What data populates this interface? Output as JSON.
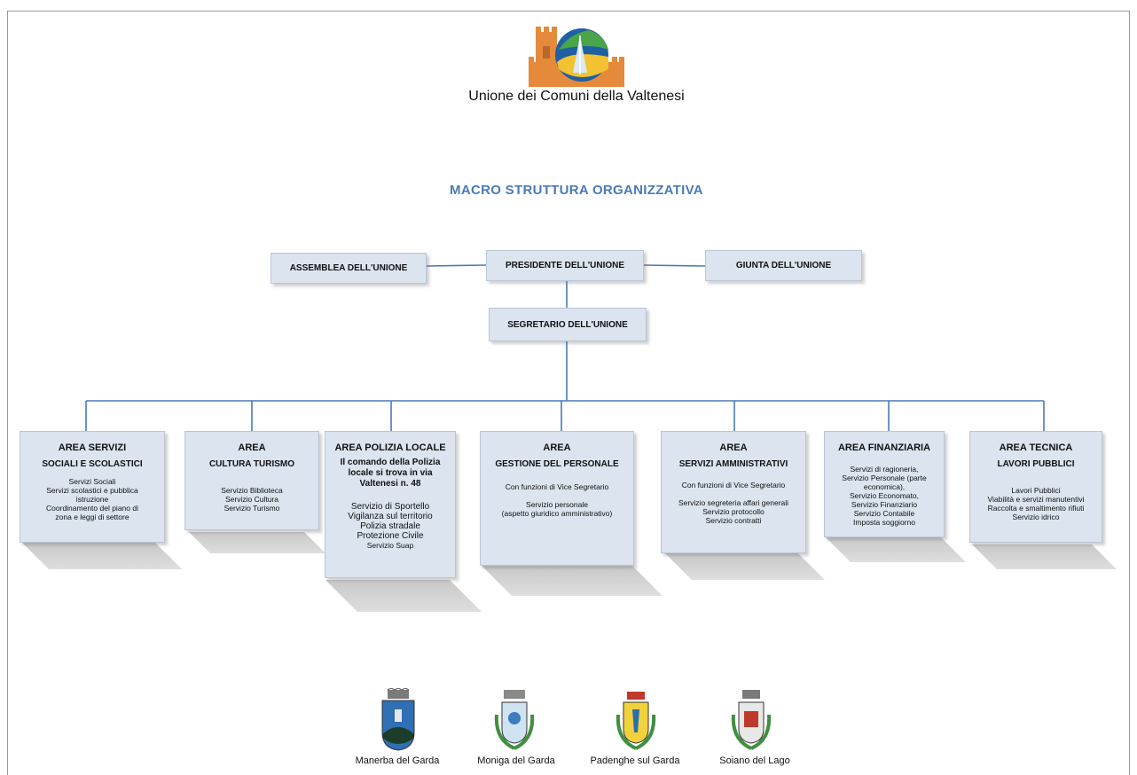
{
  "organization": "Unione dei Comuni della Valtenesi",
  "title": "MACRO STRUTTURA ORGANIZZATIVA",
  "top_boxes": {
    "assemblea": "ASSEMBLEA DELL'UNIONE",
    "presidente": "PRESIDENTE DELL'UNIONE",
    "giunta": "GIUNTA DELL'UNIONE",
    "segretario": "SEGRETARIO DELL'UNIONE"
  },
  "areas": {
    "servizi_sociali": {
      "title": "AREA SERVIZI",
      "subtitle": "SOCIALI E SCOLASTICI",
      "items": [
        "Servizi Sociali",
        "Servizi scolastici e pubblica",
        "istruzione",
        "Coordinamento del piano di",
        "zona e leggi di settore"
      ]
    },
    "cultura": {
      "title": "AREA",
      "subtitle": "CULTURA TURISMO",
      "items": [
        "Servizio Biblioteca",
        "Servizio Cultura",
        "Servizio Turismo"
      ]
    },
    "polizia": {
      "title": "AREA POLIZIA LOCALE",
      "note": [
        "Il comando della Polizia",
        "locale si trova in via",
        "Valtenesi n. 48"
      ],
      "items": [
        "Servizio di Sportello",
        "Vigilanza sul territorio",
        "Polizia stradale",
        "Protezione Civile",
        "Servizio Suap"
      ]
    },
    "personale": {
      "title": "AREA",
      "subtitle": "GESTIONE DEL PERSONALE",
      "items": [
        "Con funzioni di Vice Segretario",
        "",
        "Servizio personale",
        "(aspetto giuridico amministrativo)"
      ]
    },
    "amministrativi": {
      "title": "AREA",
      "subtitle": "SERVIZI AMMINISTRATIVI",
      "items": [
        "Con funzioni di Vice Segretario",
        "",
        "Servizio segreteria affari generali",
        "Servizio protocollo",
        "Servizio contratti"
      ]
    },
    "finanziaria": {
      "title": "AREA FINANZIARIA",
      "items": [
        "Servizi di ragioneria,",
        "Servizio Personale (parte",
        "economica),",
        "Servizio Economato,",
        "Servizio Finanziario",
        "Servizio Contabile",
        "Imposta soggiorno"
      ]
    },
    "tecnica": {
      "title": "AREA TECNICA",
      "subtitle": "LAVORI PUBBLICI",
      "items": [
        "Lavori Pubblici",
        "Viabilità e servizi manutentivi",
        "Raccolta e smaltimento rifiuti",
        "Servizio idrico"
      ]
    }
  },
  "towns": [
    "Manerba del Garda",
    "Moniga del Garda",
    "Padenghe sul Garda",
    "Soiano del Lago"
  ],
  "colors": {
    "box_fill": "#dbe4ef",
    "line": "#4a7ab8",
    "title": "#4a7ab8",
    "logo_orange": "#e58a3a",
    "logo_blue": "#1f5fa3",
    "logo_green": "#4aa54a"
  }
}
